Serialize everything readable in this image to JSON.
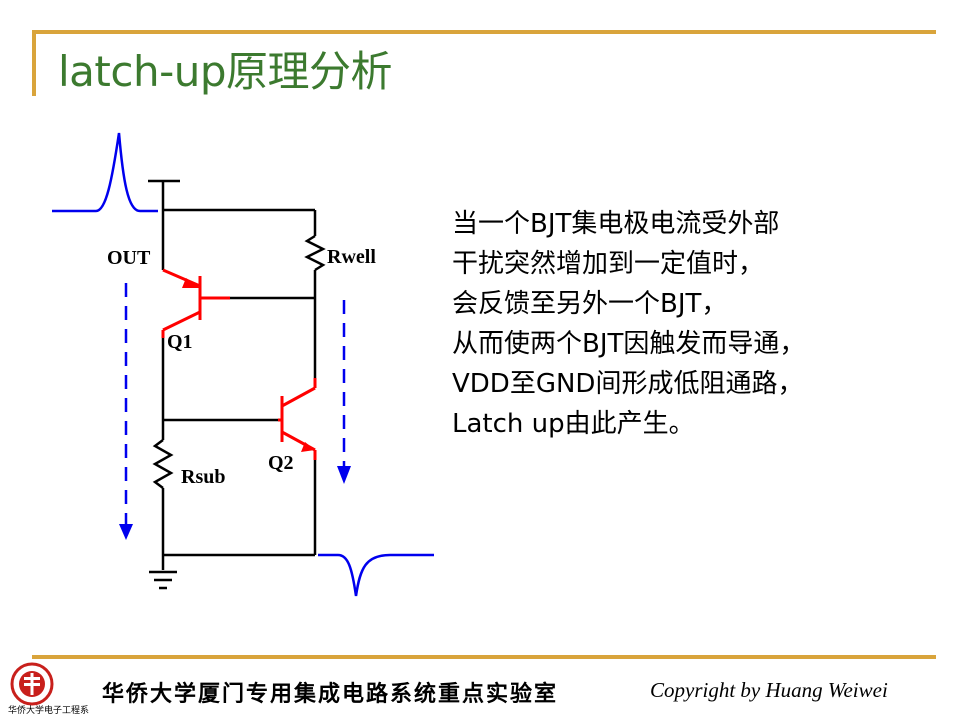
{
  "slide": {
    "title": "latch-up原理分析",
    "description_lines": [
      "当一个BJT集电极电流受外部",
      "干扰突然增加到一定值时，",
      "会反馈至另外一个BJT，",
      "从而使两个BJT因触发而导通，",
      "VDD至GND间形成低阻通路，",
      "Latch up由此产生。"
    ]
  },
  "circuit": {
    "labels": {
      "out": "OUT",
      "rwell": "Rwell",
      "q1": "Q1",
      "q2": "Q2",
      "rsub": "Rsub"
    },
    "colors": {
      "wire": "#000000",
      "transistor": "#ff0000",
      "current_path": "#0000ee"
    }
  },
  "footer": {
    "lab_name": "华侨大学厦门专用集成电路系统重点实验室",
    "copyright": "Copyright by Huang Weiwei",
    "logo_caption": "华侨大学电子工程系"
  },
  "theme": {
    "accent": "#d9a43b",
    "title_color": "#3c7a2f"
  }
}
